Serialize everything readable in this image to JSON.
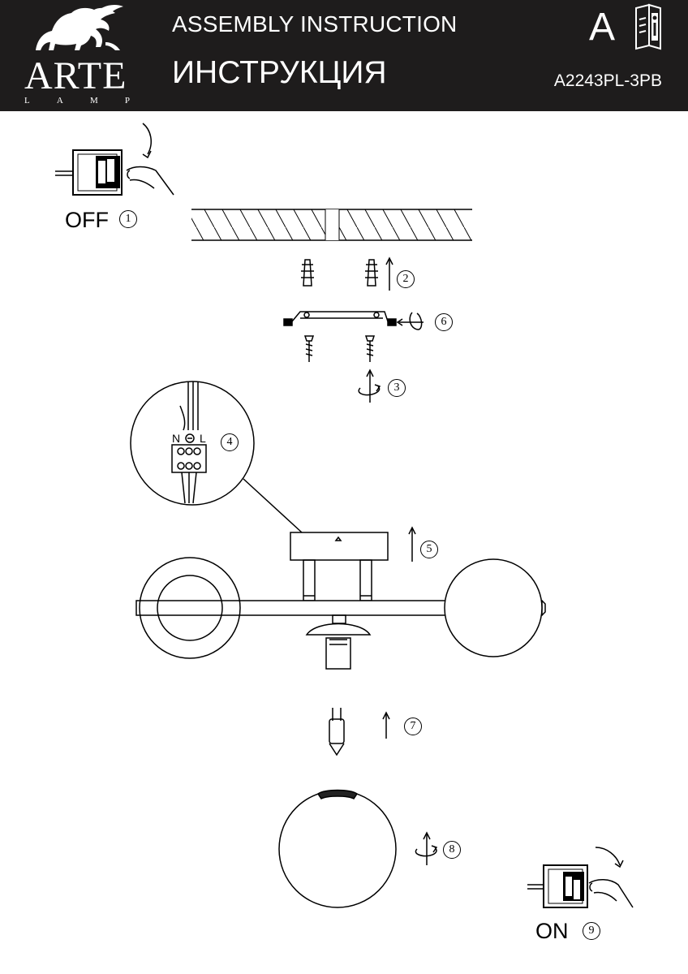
{
  "header": {
    "title_en": "ASSEMBLY INSTRUCTION",
    "title_ru": "ИНСТРУКЦИЯ",
    "model": "A2243PL-3PB",
    "brand_name": "ARTE",
    "brand_sub": [
      "L",
      "A",
      "M",
      "P"
    ],
    "manual_mark": "A",
    "background_color": "#1e1c1c"
  },
  "labels": {
    "off": "OFF",
    "on": "ON"
  },
  "step_numbers": [
    "1",
    "2",
    "3",
    "4",
    "5",
    "6",
    "7",
    "8",
    "9"
  ],
  "terminal": {
    "left": "N",
    "right": "L"
  },
  "icons": [
    "griffin-logo-icon",
    "manual-info-icon",
    "wall-switch-icon",
    "hand-icon",
    "rotate-arrow-icon"
  ]
}
